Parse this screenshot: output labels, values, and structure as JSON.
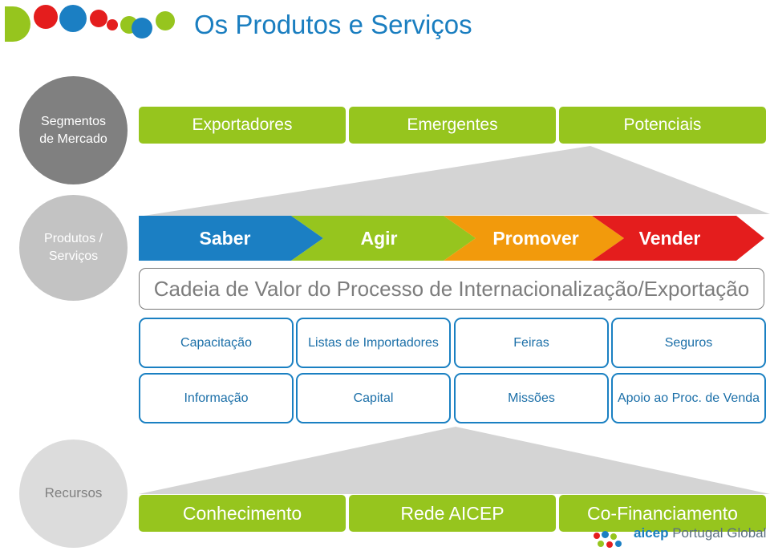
{
  "page": {
    "title": "Os Produtos e Serviços"
  },
  "segments": {
    "circle_line1": "Segmentos",
    "circle_line2": "de Mercado",
    "items": [
      "Exportadores",
      "Emergentes",
      "Potenciais"
    ]
  },
  "products": {
    "circle_line1": "Produtos /",
    "circle_line2": "Serviços",
    "chevrons": [
      {
        "label": "Saber",
        "color": "#1b7fc3"
      },
      {
        "label": "Agir",
        "color": "#96c51e"
      },
      {
        "label": "Promover",
        "color": "#f29a0c"
      },
      {
        "label": "Vender",
        "color": "#e41d1d"
      }
    ],
    "chain_label": "Cadeia de Valor do Processo de Internacionalização/Exportação",
    "services_row1": [
      "Capacitação",
      "Listas de Importadores",
      "Feiras",
      "Seguros"
    ],
    "services_row2": [
      "Informação",
      "Capital",
      "Missões",
      "Apoio  ao Proc. de Venda"
    ]
  },
  "resources": {
    "circle_label": "Recursos",
    "items": [
      "Conhecimento",
      "Rede AICEP",
      "Co-Financiamento"
    ]
  },
  "brand": {
    "part1": "aicep",
    "part2": " Portugal Global"
  },
  "colors": {
    "title_blue": "#1a7ec0",
    "green": "#96c51e",
    "grey_dark": "#808080",
    "grey_light": "#bfbfbf",
    "border_blue": "#1a80c2"
  }
}
